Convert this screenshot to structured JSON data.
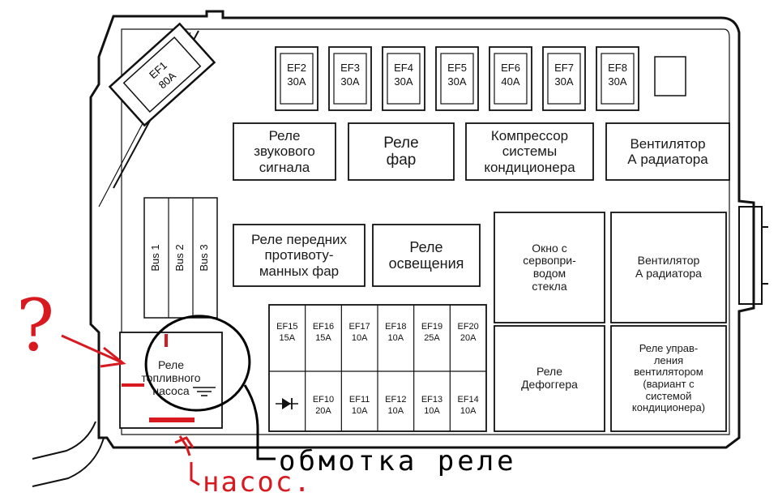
{
  "fuses_top": [
    {
      "id": "EF2",
      "rating": "30A"
    },
    {
      "id": "EF3",
      "rating": "30A"
    },
    {
      "id": "EF4",
      "rating": "30A"
    },
    {
      "id": "EF5",
      "rating": "30A"
    },
    {
      "id": "EF6",
      "rating": "40A"
    },
    {
      "id": "EF7",
      "rating": "30A"
    },
    {
      "id": "EF8",
      "rating": "30A"
    }
  ],
  "fuse_main": {
    "id": "EF1",
    "rating": "80A"
  },
  "relays_row1": [
    "Реле\nзвукового\nсигнала",
    "Реле\nфар",
    "Компрессор\nсистемы\nкондиционера",
    "Вентилятор\nА радиатора"
  ],
  "relays_row2": [
    "Реле передних\nпротивоту-\nманных фар",
    "Реле\nосвещения"
  ],
  "right_blocks": [
    "Окно с\nсервопри-\nводом\nстекла",
    "Вентилятор\nА радиатора",
    "Реле\nДефоггера",
    "Реле управ-\nления\nвентилятором\n(вариант с\nсистемой\n кондиционера)"
  ],
  "buses": [
    "Bus 1",
    "Bus 2",
    "Bus 3"
  ],
  "fuses_mid_top": [
    {
      "id": "EF15",
      "rating": "15A"
    },
    {
      "id": "EF16",
      "rating": "15A"
    },
    {
      "id": "EF17",
      "rating": "10A"
    },
    {
      "id": "EF18",
      "rating": "10A"
    },
    {
      "id": "EF19",
      "rating": "25A"
    },
    {
      "id": "EF20",
      "rating": "20A"
    }
  ],
  "fuses_mid_bottom": [
    {
      "id": "EF10",
      "rating": "20A"
    },
    {
      "id": "EF11",
      "rating": "10A"
    },
    {
      "id": "EF12",
      "rating": "10A"
    },
    {
      "id": "EF13",
      "rating": "10A"
    },
    {
      "id": "EF14",
      "rating": "10A"
    }
  ],
  "fuel_relay": "Реле\nтопливного\nнасоса",
  "annotations": {
    "question": "?",
    "winding": "обмотка реле",
    "pump": "насос."
  },
  "colors": {
    "annotation_red": "#d81920",
    "line": "#111111"
  }
}
